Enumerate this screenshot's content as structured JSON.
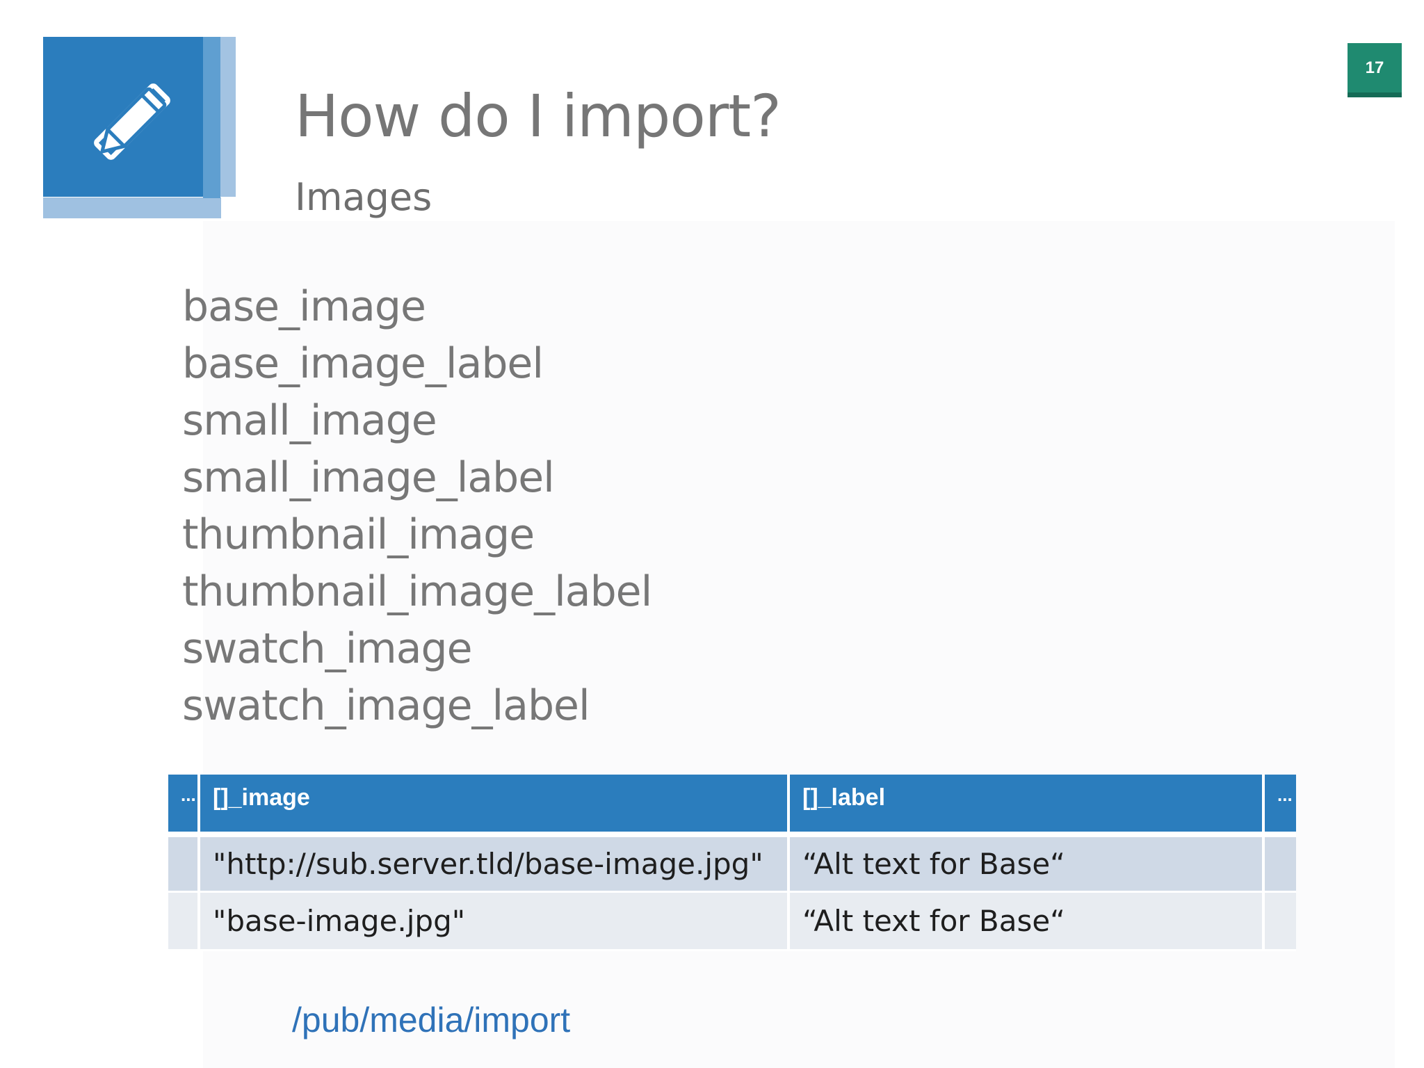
{
  "page_number": "17",
  "title": "How do I import?",
  "subtitle": "Images",
  "fields": [
    "base_image",
    "base_image_label",
    "small_image",
    "small_image_label",
    "thumbnail_image",
    "thumbnail_image_label",
    "swatch_image",
    "swatch_image_label"
  ],
  "table": {
    "headers": [
      "...",
      "[]_image",
      "[]_label",
      "..."
    ],
    "rows": [
      [
        "",
        "\"http://sub.server.tld/base-image.jpg\"",
        "“Alt text for Base“",
        ""
      ],
      [
        "",
        "\"base-image.jpg\"",
        "“Alt text for Base“",
        ""
      ]
    ]
  },
  "import_path": "/pub/media/import",
  "icons": {
    "logo": "pencil-ruler-icon"
  },
  "colors": {
    "accent": "#2b7dbd",
    "page_badge": "#1f8a70",
    "link": "#2f72b8"
  }
}
